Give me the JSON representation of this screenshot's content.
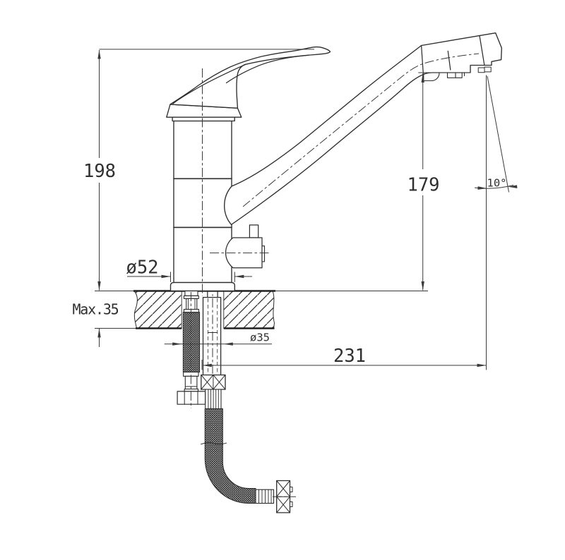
{
  "drawing": {
    "colors": {
      "background": "#ffffff",
      "line": "#2d2d2d",
      "dimension": "#3a3a3a"
    },
    "dimensions": {
      "total_height": {
        "value": 198,
        "label": "198"
      },
      "spout_outlet_height": {
        "value": 179,
        "label": "179"
      },
      "spout_reach": {
        "value": 231,
        "label": "231"
      },
      "base_diameter": {
        "value": 52,
        "label": "ø52"
      },
      "mounting_hole_diameter": {
        "value": 35,
        "label": "ø35"
      },
      "max_counter_thickness": {
        "value": 35,
        "label": "Max.35"
      },
      "outlet_angle": {
        "value": 10,
        "label": "10°"
      }
    }
  }
}
